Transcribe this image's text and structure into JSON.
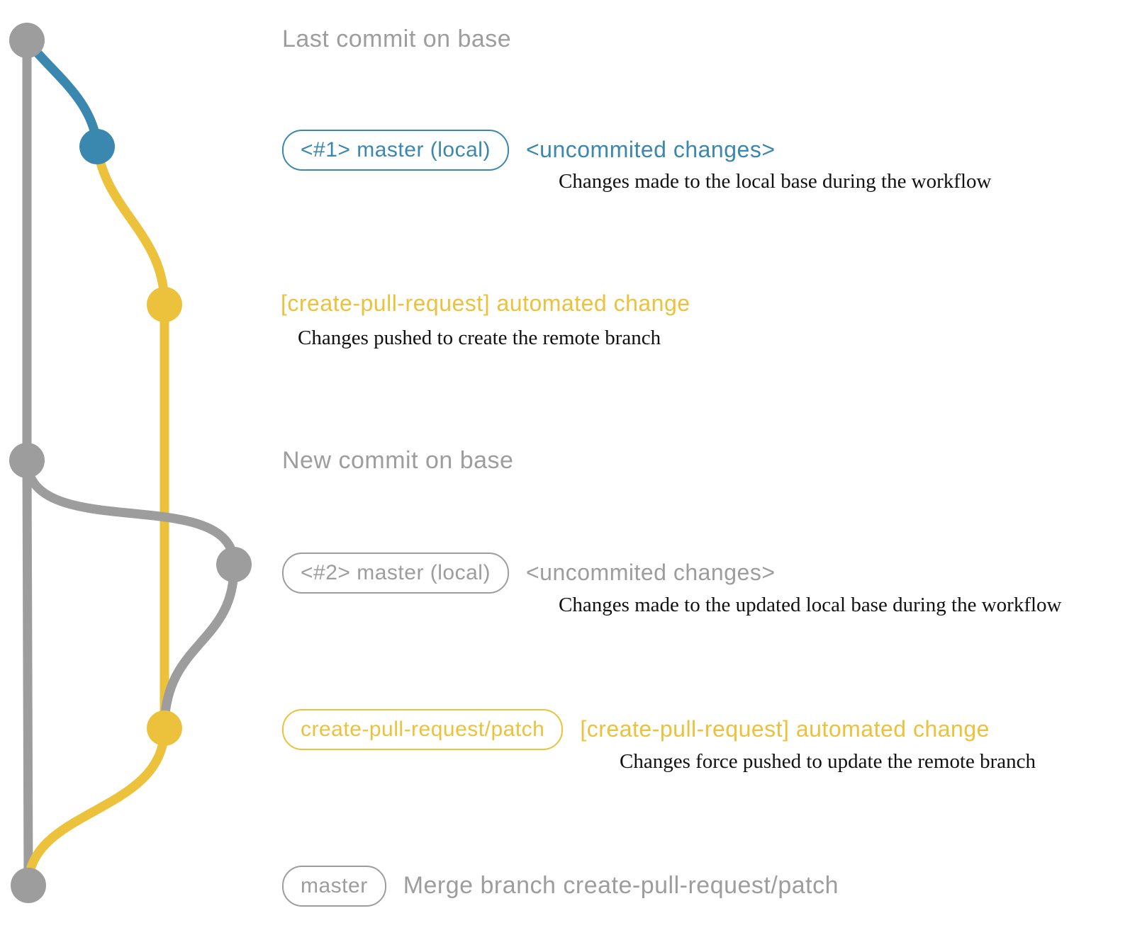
{
  "colors": {
    "gray": "#9d9d9d",
    "blue": "#3a87b0",
    "yellow": "#ecc23c",
    "ink": "#111111"
  },
  "rows": {
    "last_commit": {
      "label": "Last commit on base"
    },
    "local_master_1": {
      "badge": "<#1> master (local)",
      "title": "<uncommited changes>",
      "desc": "Changes made to the local base during the workflow"
    },
    "pr_commit_1": {
      "title": "[create-pull-request] automated change",
      "desc": "Changes pushed to create the remote branch"
    },
    "new_commit": {
      "label": "New commit on base"
    },
    "local_master_2": {
      "badge": "<#2> master (local)",
      "title": "<uncommited changes>",
      "desc": "Changes made to the updated local base during the workflow"
    },
    "pr_commit_2": {
      "badge": "create-pull-request/patch",
      "title": "[create-pull-request] automated change",
      "desc": "Changes force pushed to update the remote branch"
    },
    "merge_commit": {
      "badge": "master",
      "label": "Merge branch create-pull-request/patch"
    }
  }
}
